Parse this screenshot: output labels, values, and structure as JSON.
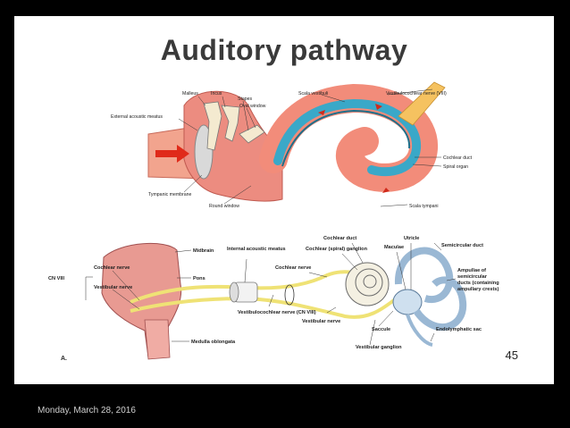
{
  "slide": {
    "title": "Auditory pathway",
    "page_number": "45",
    "footer_date": "Monday, March 28, 2016"
  },
  "figure_top": {
    "labels": {
      "malleus": "Malleus",
      "incus": "Incus",
      "stapes": "Stapes",
      "oval_window": "Oval window",
      "external_acoustic_meatus": "External acoustic meatus",
      "tympanic_membrane": "Tympanic membrane",
      "round_window": "Round window",
      "scala_vestibuli": "Scala vestibuli",
      "vestibulocochlear_nerve": "Vestibulocochlear nerve (VIII)",
      "cochlear_duct": "Cochlear duct",
      "spiral_organ": "Spiral organ",
      "scala_tympani": "Scala tympani"
    }
  },
  "figure_bottom": {
    "labels": {
      "cn_viii": "CN VIII",
      "cochlear_nerve": "Cochlear nerve",
      "vestibular_nerve_left": "Vestibular nerve",
      "midbrain": "Midbrain",
      "pons": "Pons",
      "medulla_oblongata": "Medulla oblongata",
      "internal_acoustic_meatus": "Internal acoustic meatus",
      "cochlear_nerve_mid": "Cochlear nerve",
      "vestibulocochlear_nerve_viii": "Vestibulocochlear nerve (CN VIII)",
      "vestibular_nerve": "Vestibular nerve",
      "cochlear_duct": "Cochlear duct",
      "cochlear_spiral_ganglion": "Cochlear (spiral) ganglion",
      "maculae": "Maculae",
      "utricle": "Utricle",
      "semicircular_duct": "Semicircular duct",
      "ampullae": "Ampullae of semicircular ducts (containing ampullary crests)",
      "saccule": "Saccule",
      "endolymphatic_sac": "Endolymphatic sac",
      "vestibular_ganglion": "Vestibular ganglion",
      "panel_letter": "A."
    }
  },
  "colors": {
    "background": "#000000",
    "slide": "#ffffff",
    "tissue": "#e8807a",
    "duct_blue": "#3aa8c8",
    "nerve_yellow": "#f0e070",
    "arrow_red": "#e02a1a"
  }
}
